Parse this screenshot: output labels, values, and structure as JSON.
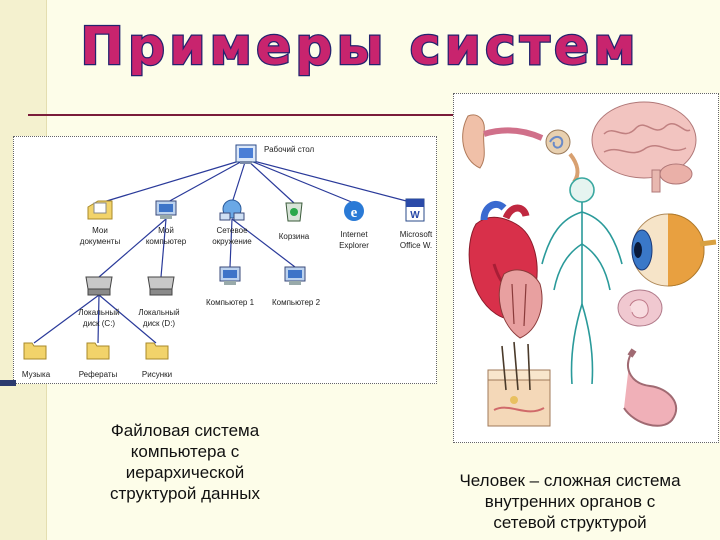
{
  "title": "Примеры систем",
  "file_system": {
    "root": {
      "label": "Рабочий стол",
      "icon": "desktop-icon"
    },
    "level1": [
      {
        "label_lines": [
          "Мои",
          "документы"
        ],
        "icon": "my-documents-icon"
      },
      {
        "label_lines": [
          "Мой",
          "компьютер"
        ],
        "icon": "my-computer-icon"
      },
      {
        "label_lines": [
          "Сетевое",
          "окружение"
        ],
        "icon": "network-icon"
      },
      {
        "label_lines": [
          "Корзина"
        ],
        "icon": "recycle-bin-icon"
      },
      {
        "label_lines": [
          "Internet",
          "Explorer"
        ],
        "icon": "internet-explorer-icon"
      },
      {
        "label_lines": [
          "Microsoft",
          "Office W."
        ],
        "icon": "word-icon"
      }
    ],
    "drives": [
      {
        "label_lines": [
          "Локальный",
          "диск (C:)"
        ],
        "icon": "drive-icon"
      },
      {
        "label_lines": [
          "Локальный",
          "диск (D:)"
        ],
        "icon": "drive-icon"
      }
    ],
    "computers": [
      {
        "label": "Компьютер 1",
        "icon": "computer-icon"
      },
      {
        "label": "Компьютер 2",
        "icon": "computer-icon"
      }
    ],
    "folders": [
      {
        "label": "Музыка",
        "icon": "folder-icon"
      },
      {
        "label": "Рефераты",
        "icon": "folder-icon"
      },
      {
        "label": "Рисунки",
        "icon": "folder-icon"
      }
    ]
  },
  "caption_left": [
    "Файловая система",
    "компьютера с",
    "иерархической",
    "структурой данных"
  ],
  "caption_right": [
    "Человек – сложная система",
    "внутренних органов с",
    "сетевой структурой"
  ],
  "colors": {
    "title_fill": "#c8246e",
    "title_stroke": "#23236e",
    "tree_line": "#2a3a9a",
    "folder": "#f2d36a"
  }
}
